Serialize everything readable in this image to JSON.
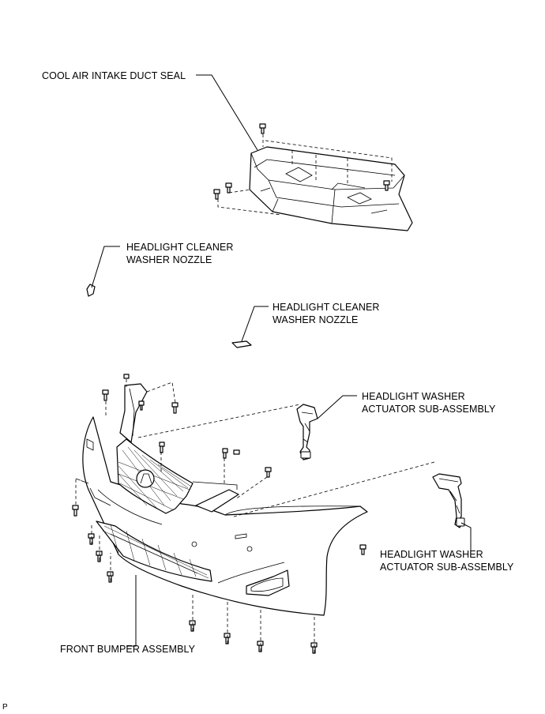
{
  "labels": {
    "cool_air_seal": "COOL AIR INTAKE DUCT SEAL",
    "nozzle_left_line1": "HEADLIGHT CLEANER",
    "nozzle_left_line2": "WASHER NOZZLE",
    "nozzle_right_line1": "HEADLIGHT CLEANER",
    "nozzle_right_line2": "WASHER NOZZLE",
    "actuator_upper_line1": "HEADLIGHT WASHER",
    "actuator_upper_line2": "ACTUATOR SUB-ASSEMBLY",
    "actuator_lower_line1": "HEADLIGHT WASHER",
    "actuator_lower_line2": "ACTUATOR SUB-ASSEMBLY",
    "front_bumper": "FRONT BUMPER ASSEMBLY"
  },
  "footer": {
    "code": "P"
  }
}
